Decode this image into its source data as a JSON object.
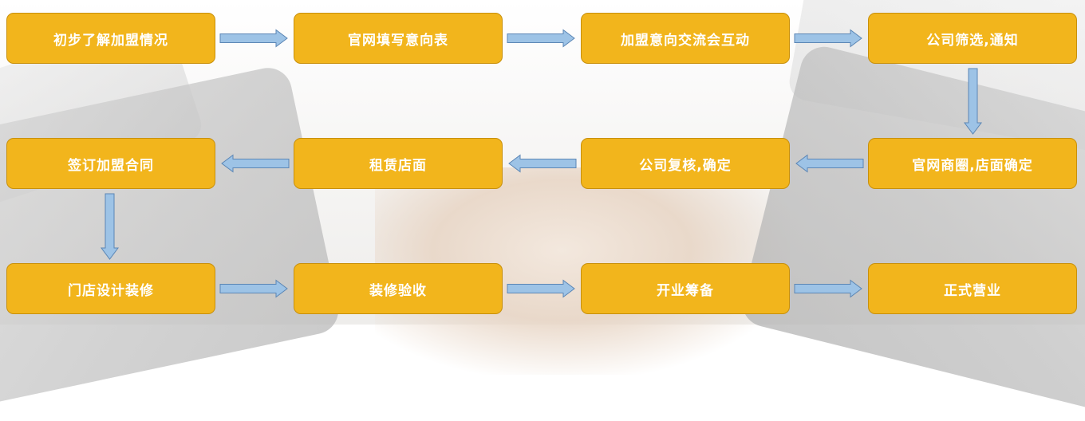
{
  "flow": {
    "steps": [
      "初步了解加盟情况",
      "官网填写意向表",
      "加盟意向交流会互动",
      "公司筛选,通知",
      "官网商圈,店面确定",
      "公司复核,确定",
      "租赁店面",
      "签订加盟合同",
      "门店设计装修",
      "装修验收",
      "开业筹备",
      "正式营业"
    ]
  },
  "colors": {
    "node_fill": "#f2b51c",
    "node_border": "#c8900c",
    "node_text": "#ffffff",
    "arrow_fill": "#9dc3e6",
    "arrow_stroke": "#5b86b5"
  }
}
